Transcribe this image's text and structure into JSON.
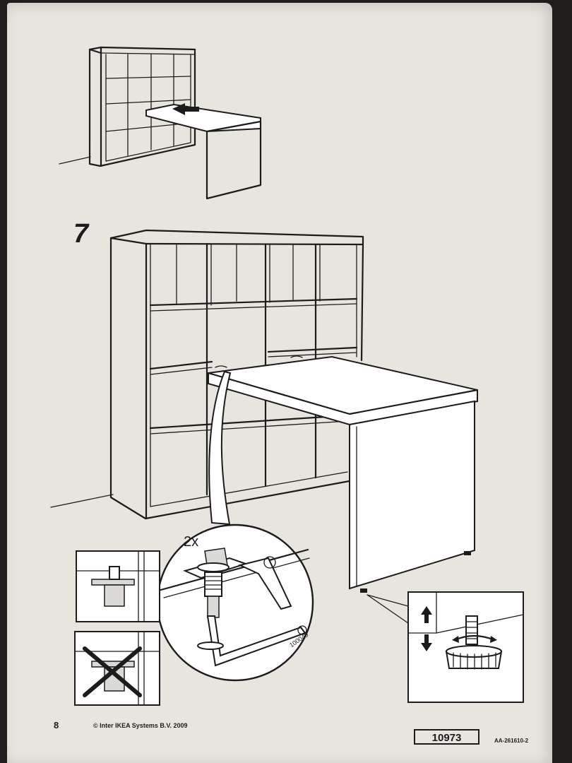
{
  "step": {
    "number": "7",
    "quantity": "2x"
  },
  "detail": {
    "part_number": "100049"
  },
  "footer": {
    "page_number": "8",
    "copyright": "© Inter IKEA Systems B.V. 2009",
    "product_code": "10973",
    "document_ref": "AA-261610-2"
  },
  "colors": {
    "paper": "#e8e5df",
    "ink": "#1c1c1c",
    "background": "#1f1e1c"
  },
  "icons": [
    "arrow-push-icon",
    "adjust-up-down-arrows-icon",
    "rotate-arrows-icon",
    "wrong-cross-icon"
  ]
}
